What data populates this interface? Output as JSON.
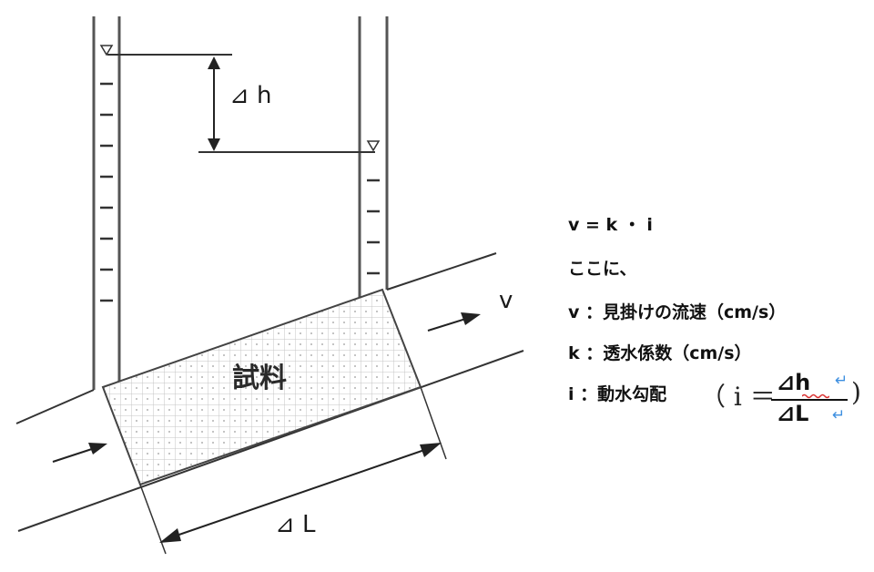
{
  "diagram": {
    "delta_h_label": "⊿ h",
    "delta_l_label": "⊿ L",
    "sample_label": "試料",
    "flow_label": "v"
  },
  "legend": {
    "formula": "v = k ・ i",
    "intro": "ここに、",
    "v_def": "v ：見掛けの流速（cm/s）",
    "k_def": "k ：透水係数（cm/s）",
    "i_def": "i ：動水勾配",
    "i_paren_open": "（ i ＝",
    "i_num": "⊿h",
    "i_den": "⊿L",
    "i_paren_close": ")",
    "return_mark": "↵",
    "return_color": "#3d8fe0",
    "squiggle_color": "#d93030"
  }
}
